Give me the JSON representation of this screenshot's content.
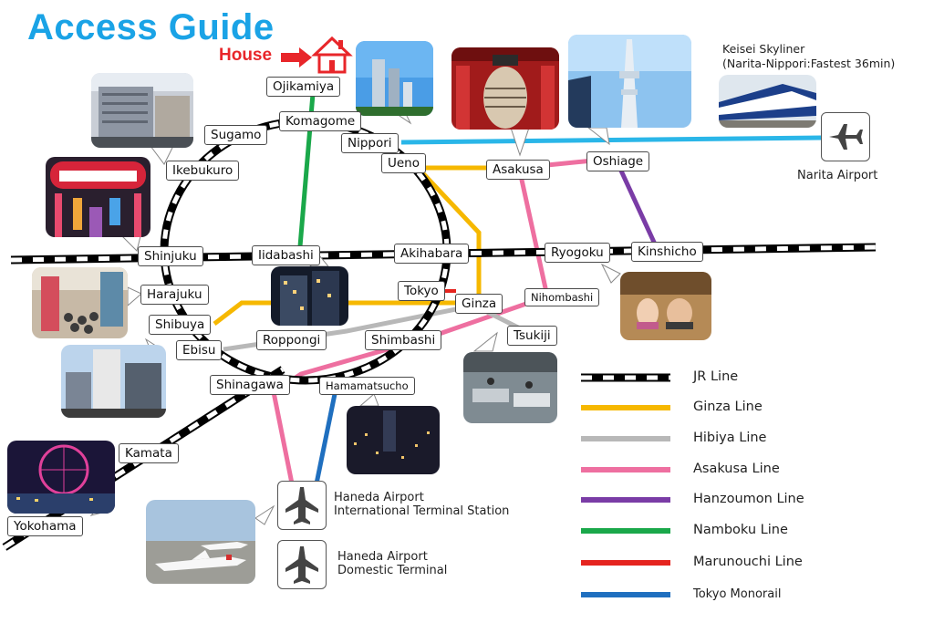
{
  "title": "Access Guide",
  "house_label": "House",
  "stations": {
    "ojikamiya": "Ojikamiya",
    "komagome": "Komagome",
    "sugamo": "Sugamo",
    "nippori": "Nippori",
    "ikebukuro": "Ikebukuro",
    "ueno": "Ueno",
    "asakusa": "Asakusa",
    "oshiage": "Oshiage",
    "shinjuku": "Shinjuku",
    "iidabashi": "Iidabashi",
    "akihabara": "Akihabara",
    "ryogoku": "Ryogoku",
    "kinshicho": "Kinshicho",
    "harajuku": "Harajuku",
    "tokyo": "Tokyo",
    "ginza": "Ginza",
    "nihombashi": "Nihombashi",
    "shibuya": "Shibuya",
    "ebisu": "Ebisu",
    "roppongi": "Roppongi",
    "shimbashi": "Shimbashi",
    "tsukiji": "Tsukiji",
    "shinagawa": "Shinagawa",
    "hamamatsucho": "Hamamatsucho",
    "kamata": "Kamata",
    "yokohama": "Yokohama"
  },
  "skyliner": {
    "line1": "Keisei Skyliner",
    "line2": "(Narita-Nippori:Fastest 36min)"
  },
  "airports": {
    "narita": "Narita Airport",
    "haneda_intl_1": "Haneda Airport",
    "haneda_intl_2": "International Terminal Station",
    "haneda_dom_1": "Haneda Airport",
    "haneda_dom_2": "Domestic Terminal"
  },
  "legend": [
    {
      "label": "JR Line",
      "color": "#000000",
      "style": "dashed"
    },
    {
      "label": "Ginza Line",
      "color": "#f6b800",
      "style": "solid"
    },
    {
      "label": "Hibiya Line",
      "color": "#b8b8b8",
      "style": "solid"
    },
    {
      "label": "Asakusa Line",
      "color": "#ee6fa0",
      "style": "solid"
    },
    {
      "label": "Hanzoumon Line",
      "color": "#7a3ca6",
      "style": "solid"
    },
    {
      "label": "Namboku Line",
      "color": "#1aa84a",
      "style": "solid"
    },
    {
      "label": "Marunouchi Line",
      "color": "#e5241f",
      "style": "solid"
    },
    {
      "label": "Tokyo Monorail",
      "color": "#1f6fbf",
      "style": "solid"
    }
  ],
  "colors": {
    "title": "#1aa3e6",
    "house": "#e8262a",
    "skyliner": "#2ab6e8",
    "jr": "#000000",
    "ginza": "#f6b800",
    "hibiya": "#b8b8b8",
    "asakusa": "#ee6fa0",
    "hanzomon": "#7a3ca6",
    "namboku": "#1aa84a",
    "marunouchi": "#e5241f",
    "monorail": "#1f6fbf"
  },
  "icons": {
    "house": "house-icon",
    "airplane": "airplane-icon",
    "arrow": "arrow-right-icon"
  }
}
